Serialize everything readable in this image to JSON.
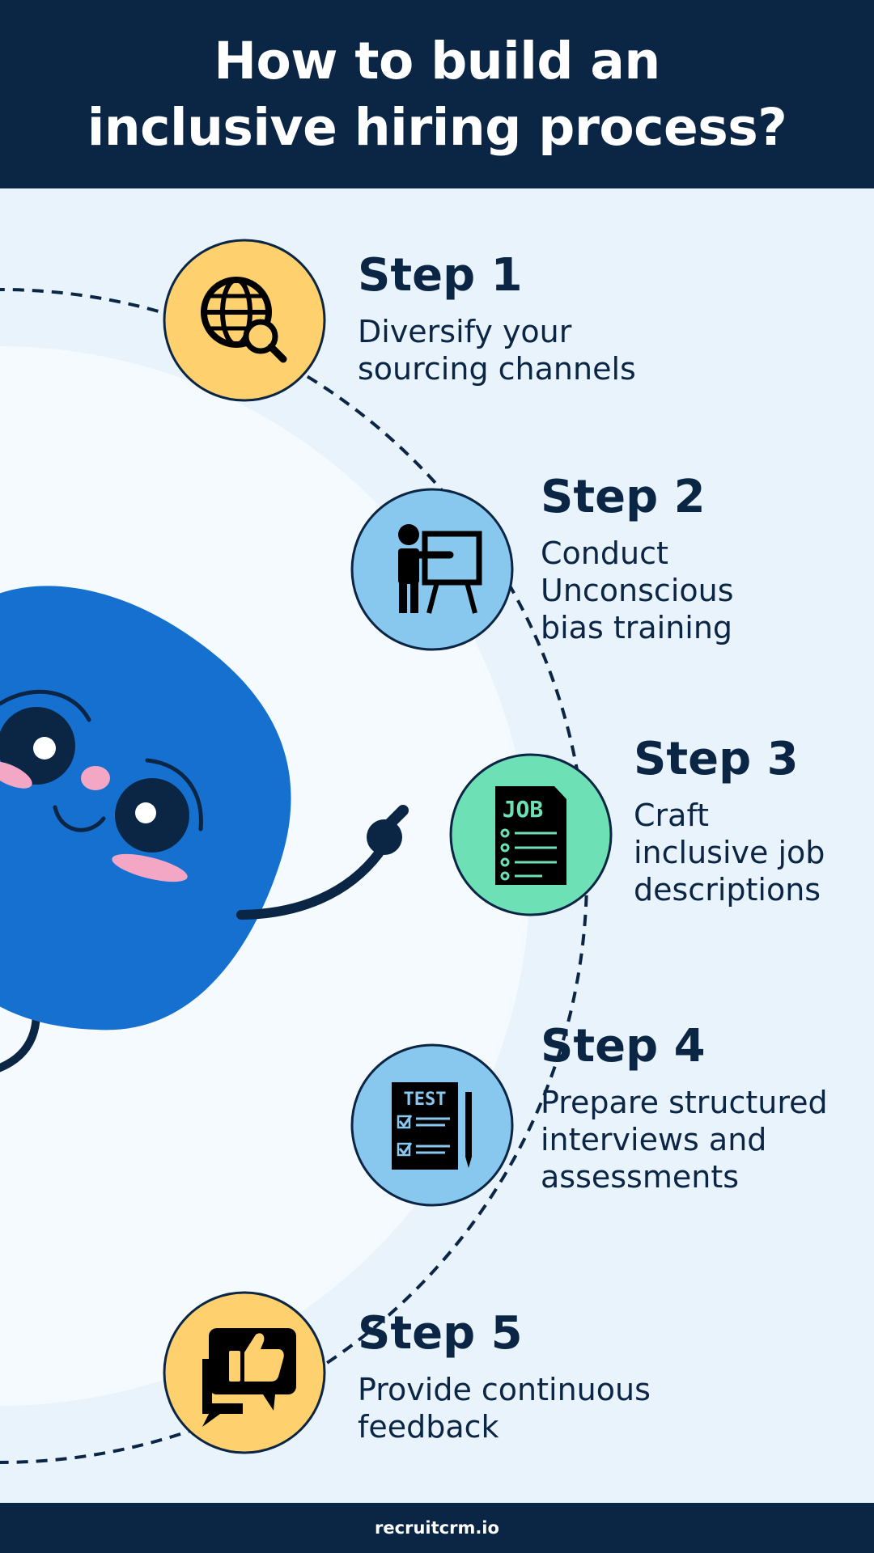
{
  "title": {
    "line1": "How to build an",
    "line2": "inclusive hiring process?"
  },
  "steps": [
    {
      "title": "Step 1",
      "lines": [
        "Diversify your",
        "sourcing channels"
      ],
      "icon": "globe-search-icon",
      "color": "#fed16e"
    },
    {
      "title": "Step 2",
      "lines": [
        "Conduct",
        "Unconscious",
        "bias training"
      ],
      "icon": "training-presenter-icon",
      "color": "#89c8ee"
    },
    {
      "title": "Step 3",
      "lines": [
        "Craft",
        "inclusive job",
        "descriptions"
      ],
      "icon": "job-document-icon",
      "color": "#6ee0b5",
      "icon_text": "JOB"
    },
    {
      "title": "Step 4",
      "lines": [
        "Prepare structured",
        "interviews and",
        "assessments"
      ],
      "icon": "test-checklist-icon",
      "color": "#89c8ee",
      "icon_text": "TEST"
    },
    {
      "title": "Step 5",
      "lines": [
        "Provide continuous",
        "feedback"
      ],
      "icon": "feedback-thumbs-up-icon",
      "color": "#fed16e"
    }
  ],
  "footer": {
    "text": "recruitcrm.io"
  },
  "colors": {
    "navy": "#0b2545",
    "background": "#e8f3fc",
    "mascot": "#1570cf",
    "blush": "#f4a6c5"
  }
}
